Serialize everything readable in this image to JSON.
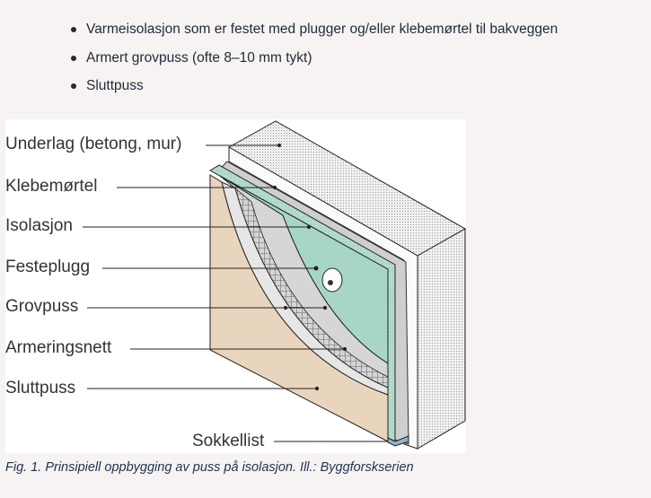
{
  "bullets": [
    "Varmeisolasjon som er festet med plugger og/eller klebemørtel til bakveggen",
    "Armert grovpuss (ofte 8–10 mm tykt)",
    "Sluttpuss"
  ],
  "figure": {
    "labels": {
      "underlag": "Underlag (betong, mur)",
      "klebemortel": "Klebemørtel",
      "isolasjon": "Isolasjon",
      "festeplugg": "Festeplugg",
      "grovpuss": "Grovpuss",
      "armeringsnett": "Armeringsnett",
      "sluttpuss": "Sluttpuss",
      "sokkellist": "Sokkellist"
    },
    "caption": "Fig. 1. Prinsipiell oppbygging av puss på isolasjon. Ill.: Byggforskserien"
  }
}
